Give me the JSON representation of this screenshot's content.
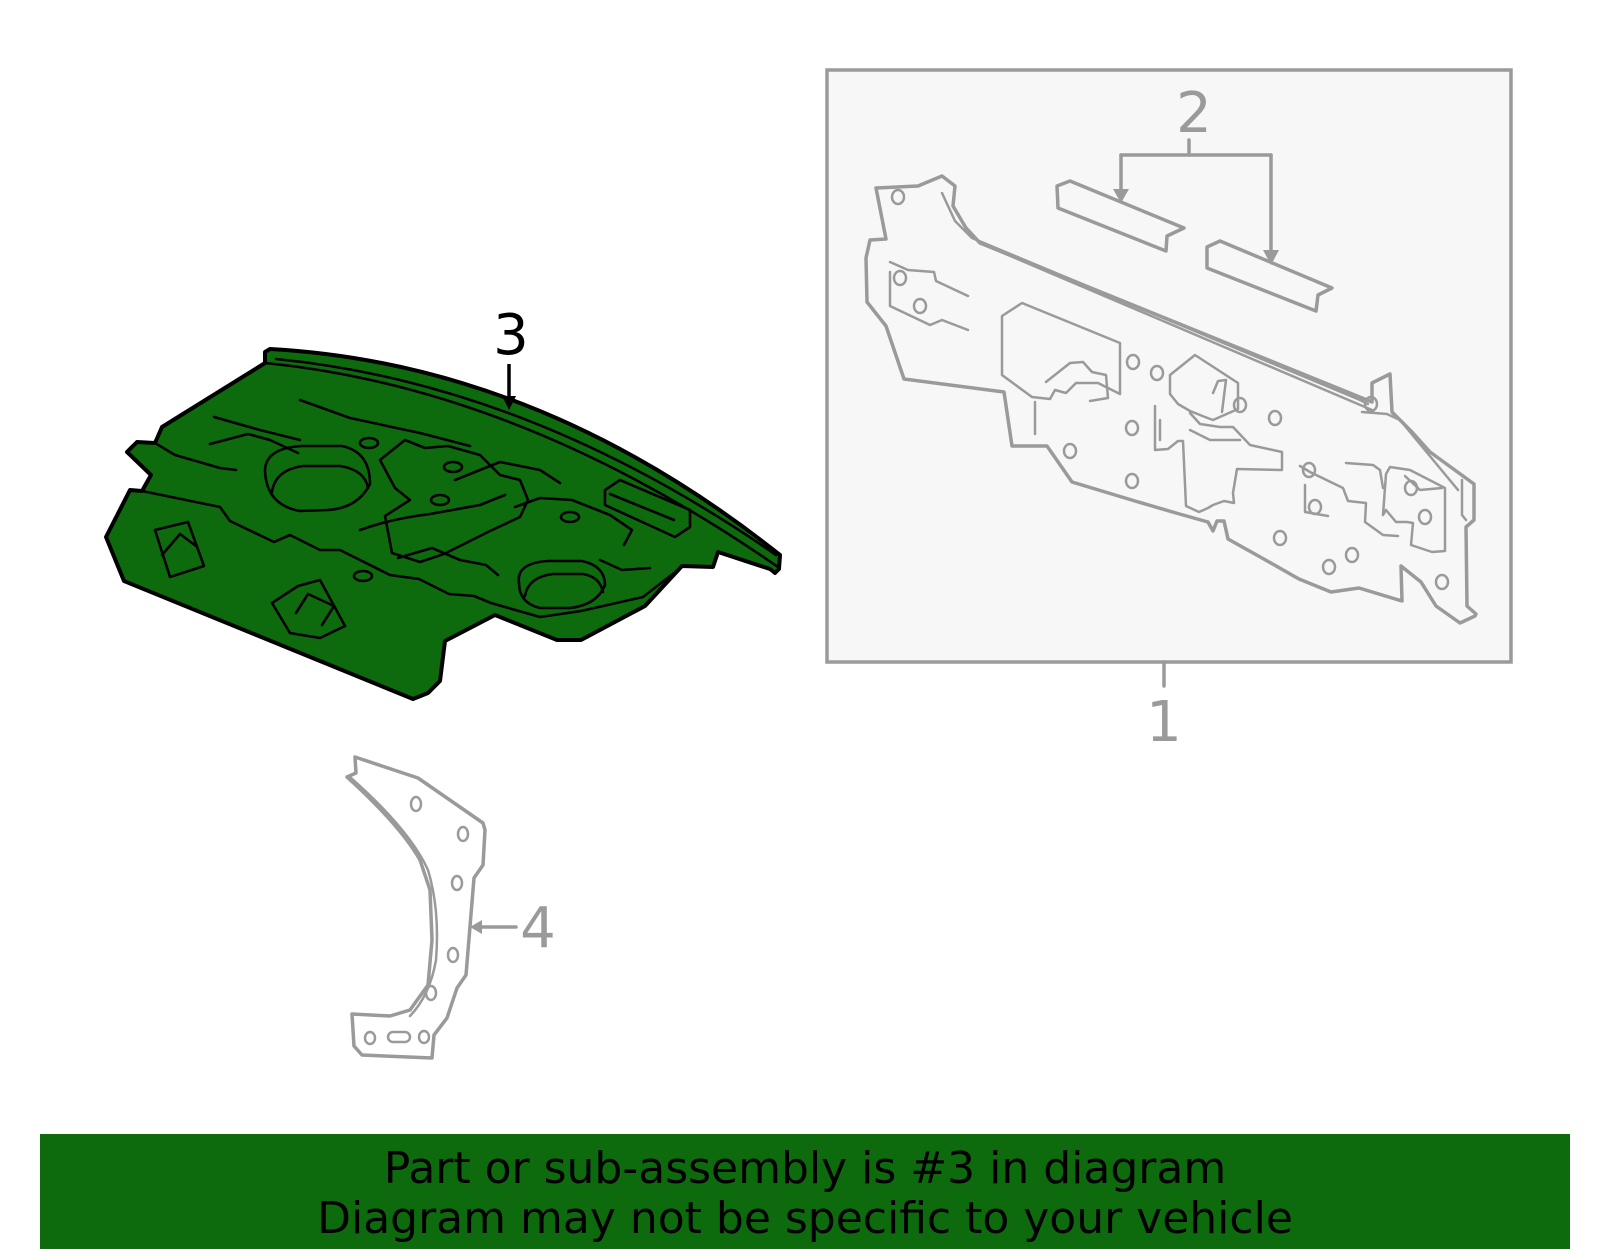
{
  "callouts": {
    "part1": "1",
    "part2": "2",
    "part3": "3",
    "part4": "4"
  },
  "banner": {
    "line1": "Part or sub-assembly is #3 in diagram",
    "line2": "Diagram may not be specific to your vehicle"
  },
  "colors": {
    "highlight": "#0d6b0d",
    "outline": "#9a9a9a",
    "inset_background": "#f7f7f7"
  }
}
